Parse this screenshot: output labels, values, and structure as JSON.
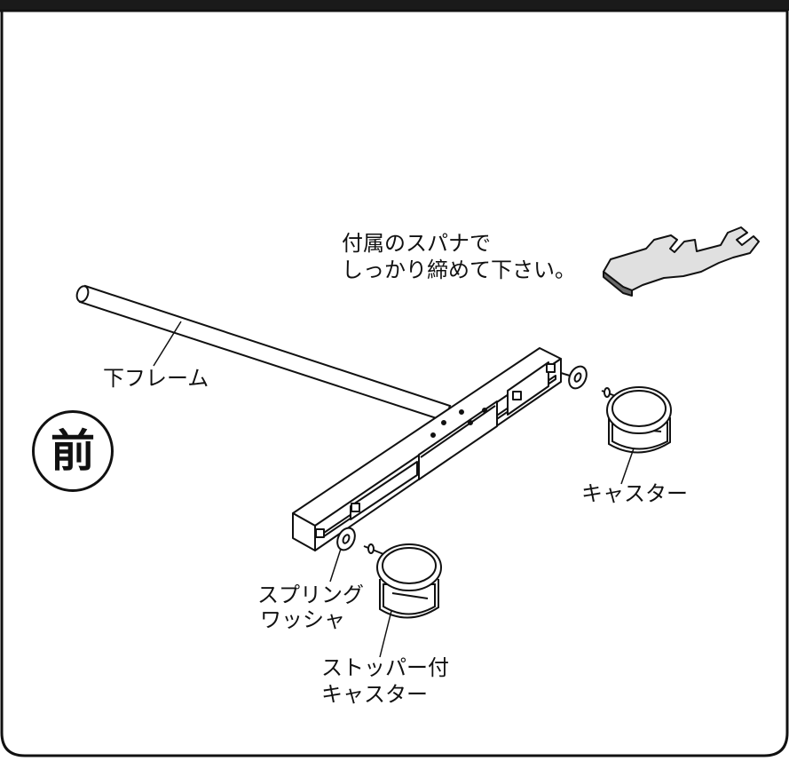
{
  "labels": {
    "spanner_note_line1": "付属のスパナで",
    "spanner_note_line2": "しっかり締めて下さい。",
    "lower_frame": "下フレーム",
    "front": "前",
    "caster": "キャスター",
    "spring_washer_line1": "スプリング",
    "spring_washer_line2": "ワッシャ",
    "stopper_caster_line1": "ストッパー付",
    "stopper_caster_line2": "キャスター"
  },
  "colors": {
    "line": "#111111",
    "background": "#ffffff",
    "header_band": "#1a1a1a",
    "spanner_shadow": "#6a6a6a"
  }
}
